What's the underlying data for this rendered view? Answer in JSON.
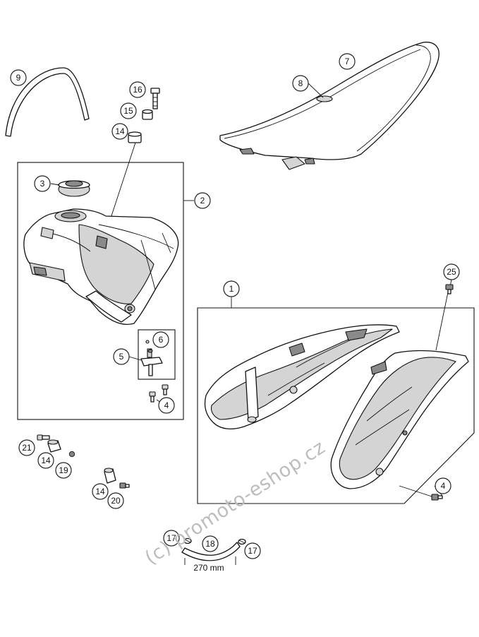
{
  "diagram": {
    "callouts": {
      "c1": "1",
      "c2": "2",
      "c3": "3",
      "c4a": "4",
      "c4b": "4",
      "c5": "5",
      "c6": "6",
      "c7": "7",
      "c8": "8",
      "c9": "9",
      "c14a": "14",
      "c14b": "14",
      "c14c": "14",
      "c15": "15",
      "c16": "16",
      "c17a": "17",
      "c17b": "17",
      "c18": "18",
      "c19": "19",
      "c20": "20",
      "c21": "21",
      "c25": "25"
    },
    "hose_length_label": "270 mm"
  },
  "watermark": "(c) promoto-eshop.cz",
  "colors": {
    "line": "#111111",
    "watermark": "#bdbdbd",
    "shade_dark": "#8a8a8a",
    "shade_mid": "#d4d4d4"
  }
}
